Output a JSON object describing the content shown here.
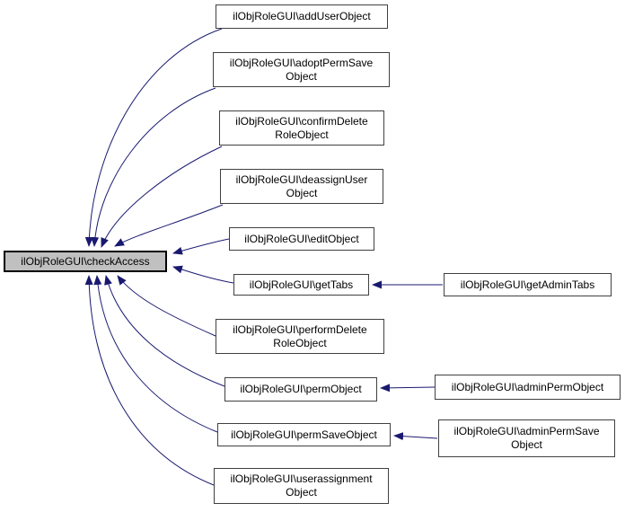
{
  "diagram": {
    "kind": "caller-graph",
    "colors": {
      "edge": "#191970",
      "node_fill": "#ffffff",
      "node_border": "#404040",
      "center_fill": "#c0c0c0",
      "text": "#000000"
    },
    "nodes": {
      "checkAccess": {
        "label": "ilObjRoleGUI\\checkAccess"
      },
      "addUserObject": {
        "label": "ilObjRoleGUI\\addUserObject"
      },
      "adoptPermSave": {
        "label": "ilObjRoleGUI\\adoptPermSave\nObject"
      },
      "confirmDeleteRole": {
        "label": "ilObjRoleGUI\\confirmDelete\nRoleObject"
      },
      "deassignUser": {
        "label": "ilObjRoleGUI\\deassignUser\nObject"
      },
      "editObject": {
        "label": "ilObjRoleGUI\\editObject"
      },
      "getTabs": {
        "label": "ilObjRoleGUI\\getTabs"
      },
      "performDeleteRole": {
        "label": "ilObjRoleGUI\\performDelete\nRoleObject"
      },
      "permObject": {
        "label": "ilObjRoleGUI\\permObject"
      },
      "permSaveObject": {
        "label": "ilObjRoleGUI\\permSaveObject"
      },
      "userassignment": {
        "label": "ilObjRoleGUI\\userassignment\nObject"
      },
      "getAdminTabs": {
        "label": "ilObjRoleGUI\\getAdminTabs"
      },
      "adminPermObject": {
        "label": "ilObjRoleGUI\\adminPermObject"
      },
      "adminPermSave": {
        "label": "ilObjRoleGUI\\adminPermSave\nObject"
      }
    },
    "edges": [
      {
        "from": "addUserObject",
        "to": "checkAccess"
      },
      {
        "from": "adoptPermSave",
        "to": "checkAccess"
      },
      {
        "from": "confirmDeleteRole",
        "to": "checkAccess"
      },
      {
        "from": "deassignUser",
        "to": "checkAccess"
      },
      {
        "from": "editObject",
        "to": "checkAccess"
      },
      {
        "from": "getTabs",
        "to": "checkAccess"
      },
      {
        "from": "performDeleteRole",
        "to": "checkAccess"
      },
      {
        "from": "permObject",
        "to": "checkAccess"
      },
      {
        "from": "permSaveObject",
        "to": "checkAccess"
      },
      {
        "from": "userassignment",
        "to": "checkAccess"
      },
      {
        "from": "getAdminTabs",
        "to": "getTabs"
      },
      {
        "from": "adminPermObject",
        "to": "permObject"
      },
      {
        "from": "adminPermSave",
        "to": "permSaveObject"
      }
    ]
  }
}
